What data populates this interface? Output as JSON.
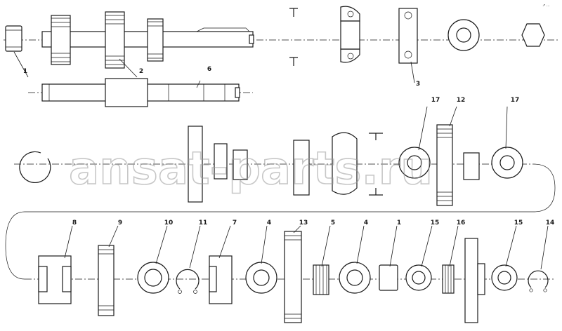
{
  "watermark": "ansat-parts.ru",
  "corner_mark": "↗ ...",
  "callouts": [
    "1",
    "2",
    "3",
    "6",
    "17",
    "12",
    "17",
    "8",
    "9",
    "10",
    "11",
    "7",
    "4",
    "13",
    "5",
    "4",
    "1",
    "15",
    "16",
    "15",
    "14"
  ],
  "colors": {
    "ink": "#1a1a1a",
    "watermark": "#9a9a9a",
    "background": "#ffffff"
  }
}
